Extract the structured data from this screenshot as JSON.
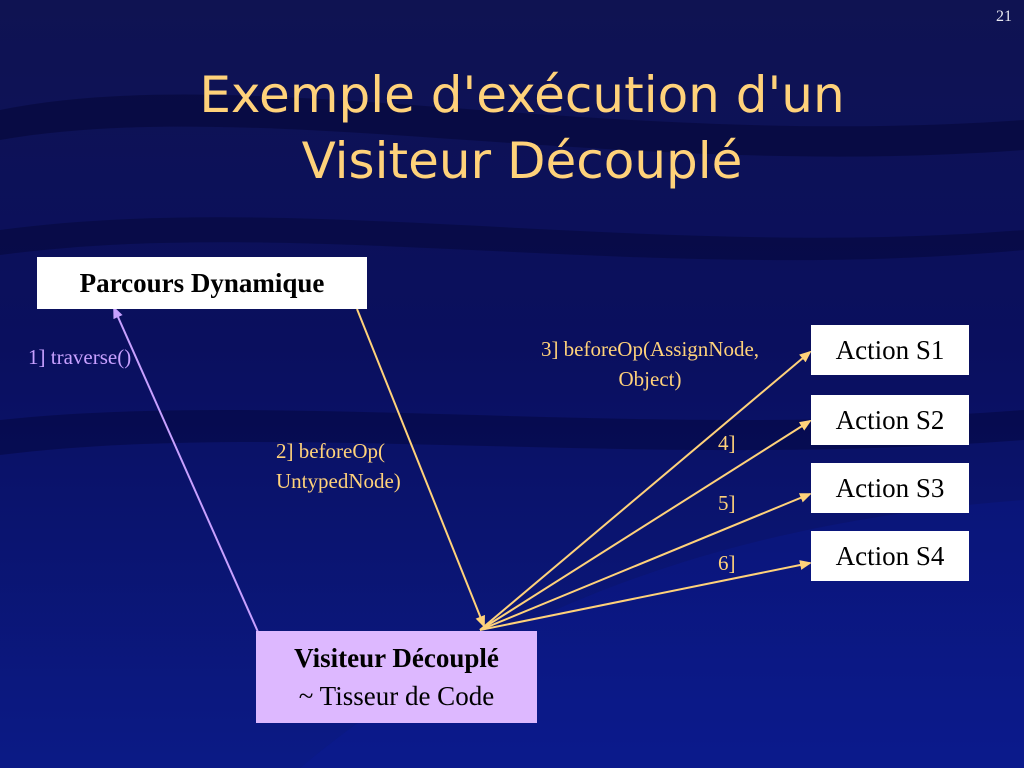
{
  "slide": {
    "number": "21",
    "title_line1": "Exemple d'exécution d'un",
    "title_line2": "Visiteur Découplé"
  },
  "boxes": {
    "parcours": "Parcours Dynamique",
    "actions": [
      "Action S1",
      "Action S2",
      "Action S3",
      "Action S4"
    ],
    "visiteur_line1": "Visiteur Découplé",
    "visiteur_line2": "~ Tisseur de Code"
  },
  "labels": {
    "traverse": "1] traverse()",
    "before_op_untyped_line1": "2] beforeOp(",
    "before_op_untyped_line2": "UntypedNode)",
    "before_op_assign_line1": "3] beforeOp(AssignNode,",
    "before_op_assign_line2": "Object)",
    "step4": "4]",
    "step5": "5]",
    "step6": "6]"
  },
  "colors": {
    "title": "#ffd27a",
    "arrow_yellow": "#ffd27a",
    "arrow_purple": "#c7a0ff",
    "visiteur_box": "#ddb8ff"
  }
}
